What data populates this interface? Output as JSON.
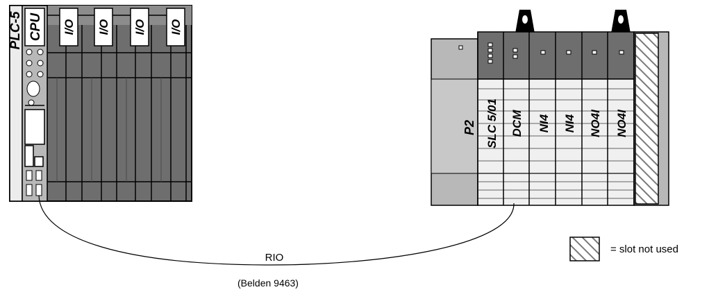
{
  "plc5": {
    "rack_label": "PLC-5",
    "cpu_label": "CPU",
    "io_labels": [
      "I/O",
      "I/O",
      "I/O",
      "I/O"
    ]
  },
  "slc": {
    "chassis_label": "P2",
    "modules": [
      "SLC 5/01",
      "DCM",
      "NI4",
      "NI4",
      "NO4I",
      "NO4I"
    ]
  },
  "cable": {
    "name": "RIO",
    "spec": "(Belden 9463)"
  },
  "legend": {
    "text": "= slot not used"
  },
  "colors": {
    "rack_dark": "#6e6e6e",
    "rack_mid": "#8c8c8c",
    "rack_light": "#b8b8b8",
    "panel_light": "#f0f0f0"
  }
}
